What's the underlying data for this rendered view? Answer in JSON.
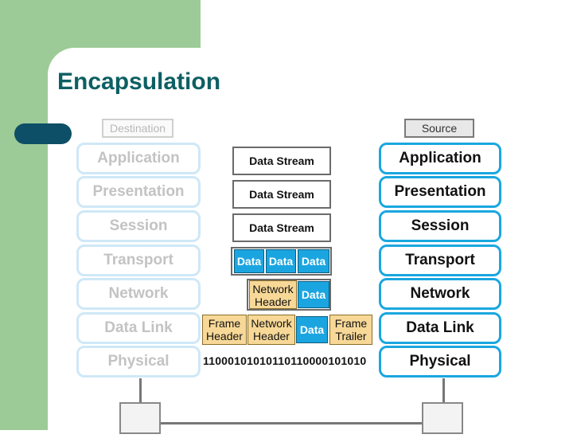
{
  "title": "Encapsulation",
  "destination_label": "Destination",
  "source_label": "Source",
  "layers": [
    "Application",
    "Presentation",
    "Session",
    "Transport",
    "Network",
    "Data Link",
    "Physical"
  ],
  "data_stream": "Data Stream",
  "data": "Data",
  "network_header": [
    "Network",
    "Header"
  ],
  "frame_header": [
    "Frame",
    "Header"
  ],
  "frame_trailer": [
    "Frame",
    "Trailer"
  ],
  "bits": "11000101010110110000101010",
  "colors": {
    "accent": "#1ba5e0",
    "title": "#0d5f63",
    "background_block": "#9dcb97"
  }
}
